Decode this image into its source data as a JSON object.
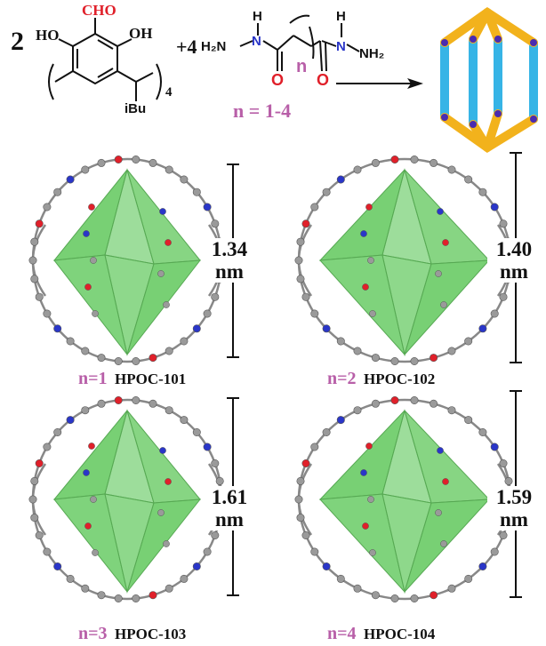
{
  "scheme": {
    "coef_2": "2",
    "cho": "CHO",
    "ho": "HO",
    "oh": "OH",
    "subscript_4": "4",
    "ibu": "iBu",
    "coef_4": "+4",
    "h2n": "H₂N",
    "nh2": "NH₂",
    "h": "H",
    "n_atom": "N",
    "o_atom": "O",
    "n_var": "n",
    "n_range": "n = 1-4"
  },
  "cages": [
    {
      "n_label": "n=1",
      "name": "HPOC-101",
      "size": "1.34",
      "unit": "nm"
    },
    {
      "n_label": "n=2",
      "name": "HPOC-102",
      "size": "1.40",
      "unit": "nm"
    },
    {
      "n_label": "n=3",
      "name": "HPOC-103",
      "size": "1.61",
      "unit": "nm"
    },
    {
      "n_label": "n=4",
      "name": "HPOC-104",
      "size": "1.59",
      "unit": "nm"
    }
  ],
  "colors": {
    "polyhedron": "#4fc24a",
    "carbon": "#9a9a9a",
    "oxygen": "#e0202a",
    "nitrogen": "#2a36c8",
    "purple_label": "#b85fa8",
    "prism_yellow": "#f2b21c",
    "prism_blue": "#36b4e6"
  }
}
